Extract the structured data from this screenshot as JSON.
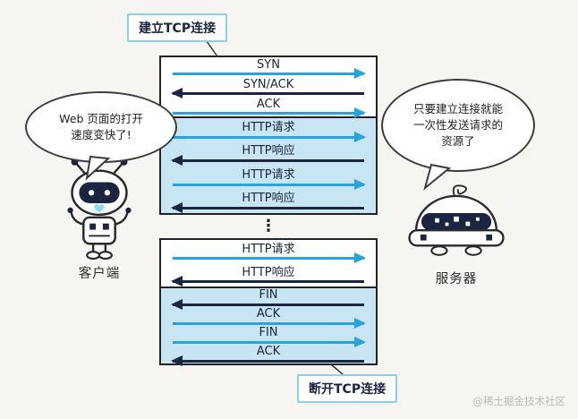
{
  "page": {
    "watermark": "@稀土掘金技术社区"
  },
  "colors": {
    "blue_arrow": "#29a3dc",
    "dark_arrow": "#1b2440",
    "section_blue_bg": "#c8e5f3",
    "callout_border": "#8bd0ec",
    "page_bg": "#f6f5f2"
  },
  "callouts": {
    "top": "建立TCP连接",
    "bottom": "断开TCP连接"
  },
  "actors": {
    "client": {
      "label": "客户端",
      "speech": [
        "Web 页面的打开",
        "速度变快了!"
      ]
    },
    "server": {
      "label": "服务器",
      "speech": [
        "只要建立连接就能",
        "一次性发送请求的",
        "资源了"
      ]
    }
  },
  "sequence": {
    "ellipsis": "⋮",
    "groups": [
      {
        "sections": [
          {
            "bg": "white",
            "rows": [
              {
                "label": "SYN",
                "dir": "right",
                "color": "blue"
              },
              {
                "label": "SYN/ACK",
                "dir": "left",
                "color": "dark"
              },
              {
                "label": "ACK",
                "dir": "right",
                "color": "blue"
              }
            ]
          },
          {
            "bg": "blue",
            "rows": [
              {
                "label": "HTTP请求",
                "dir": "right",
                "color": "blue"
              },
              {
                "label": "HTTP响应",
                "dir": "left",
                "color": "dark"
              },
              {
                "label": "HTTP请求",
                "dir": "right",
                "color": "blue"
              },
              {
                "label": "HTTP响应",
                "dir": "left",
                "color": "dark"
              }
            ]
          }
        ]
      },
      {
        "sections": [
          {
            "bg": "white",
            "rows": [
              {
                "label": "HTTP请求",
                "dir": "right",
                "color": "blue"
              },
              {
                "label": "HTTP响应",
                "dir": "left",
                "color": "dark"
              }
            ]
          },
          {
            "bg": "blue",
            "rows": [
              {
                "label": "FIN",
                "dir": "left",
                "color": "dark"
              },
              {
                "label": "ACK",
                "dir": "right",
                "color": "blue"
              },
              {
                "label": "FIN",
                "dir": "right",
                "color": "blue"
              },
              {
                "label": "ACK",
                "dir": "left",
                "color": "dark"
              }
            ]
          }
        ]
      }
    ]
  }
}
